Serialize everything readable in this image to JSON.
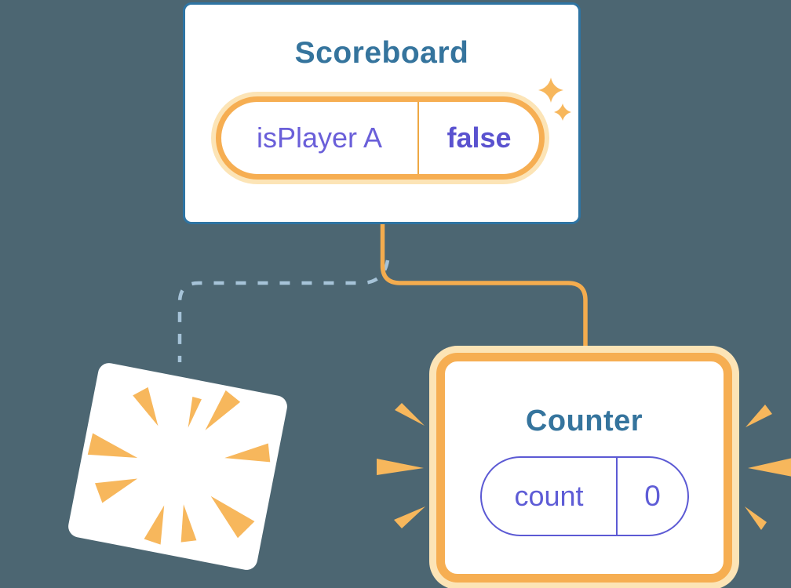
{
  "scoreboard": {
    "title": "Scoreboard",
    "state_pill": {
      "key": "isPlayer A",
      "value": "false"
    }
  },
  "counter": {
    "title": "Counter",
    "state_pill": {
      "key": "count",
      "value": "0"
    }
  },
  "icons": {
    "sparkle": "sparkle-icon",
    "poof": "poof-burst-icon",
    "emphasis": "emphasis-marks"
  },
  "colors": {
    "background": "#4C6672",
    "box_border_blue": "#2E74A3",
    "title_blue": "#35749D",
    "accent_orange": "#F6AE52",
    "accent_orange_light": "#FCE4B6",
    "connector_orange": "#F4AC4E",
    "dashed_line_blue": "#A6C3D8",
    "state_purple": "#6A5FD9",
    "value_purple": "#5A52CF",
    "counter_pill_purple": "#5C5AD4",
    "burst_orange": "#F7B75C",
    "card_white": "#FFFFFF"
  }
}
